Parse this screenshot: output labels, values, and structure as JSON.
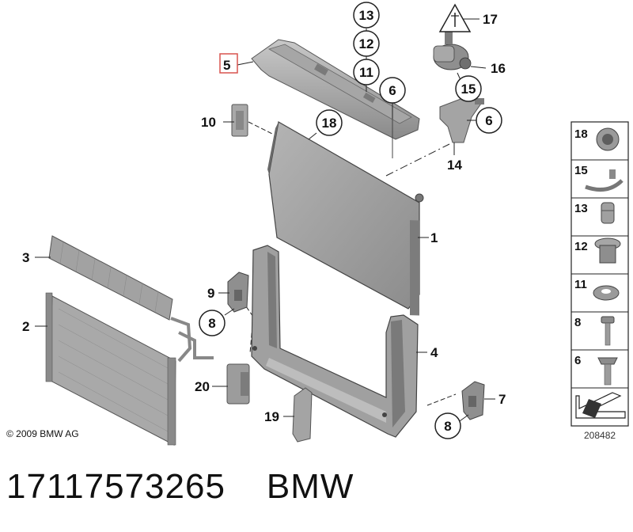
{
  "diagram": {
    "callouts": {
      "c13": "13",
      "c12": "12",
      "c11": "11",
      "c6a": "6",
      "c15": "15",
      "c6b": "6",
      "c18": "18",
      "c8a": "8",
      "c8b": "8"
    },
    "labels": {
      "l5": "5",
      "l17": "17",
      "l16": "16",
      "l14": "14",
      "l10": "10",
      "l1": "1",
      "l3": "3",
      "l2": "2",
      "l9": "9",
      "l4": "4",
      "l20": "20",
      "l19": "19",
      "l7": "7"
    },
    "legend": [
      {
        "num": "18"
      },
      {
        "num": "15"
      },
      {
        "num": "13"
      },
      {
        "num": "12"
      },
      {
        "num": "11"
      },
      {
        "num": "8"
      },
      {
        "num": "6"
      }
    ]
  },
  "copyright": "© 2009 BMW AG",
  "reference_number": "208482",
  "footer": {
    "part_number": "17117573265",
    "brand": "BMW"
  },
  "colors": {
    "part_fill": "#9a9a9a",
    "part_dark": "#6e6e6e",
    "part_light": "#c4c4c4",
    "highlight_box": "#d9534f"
  }
}
